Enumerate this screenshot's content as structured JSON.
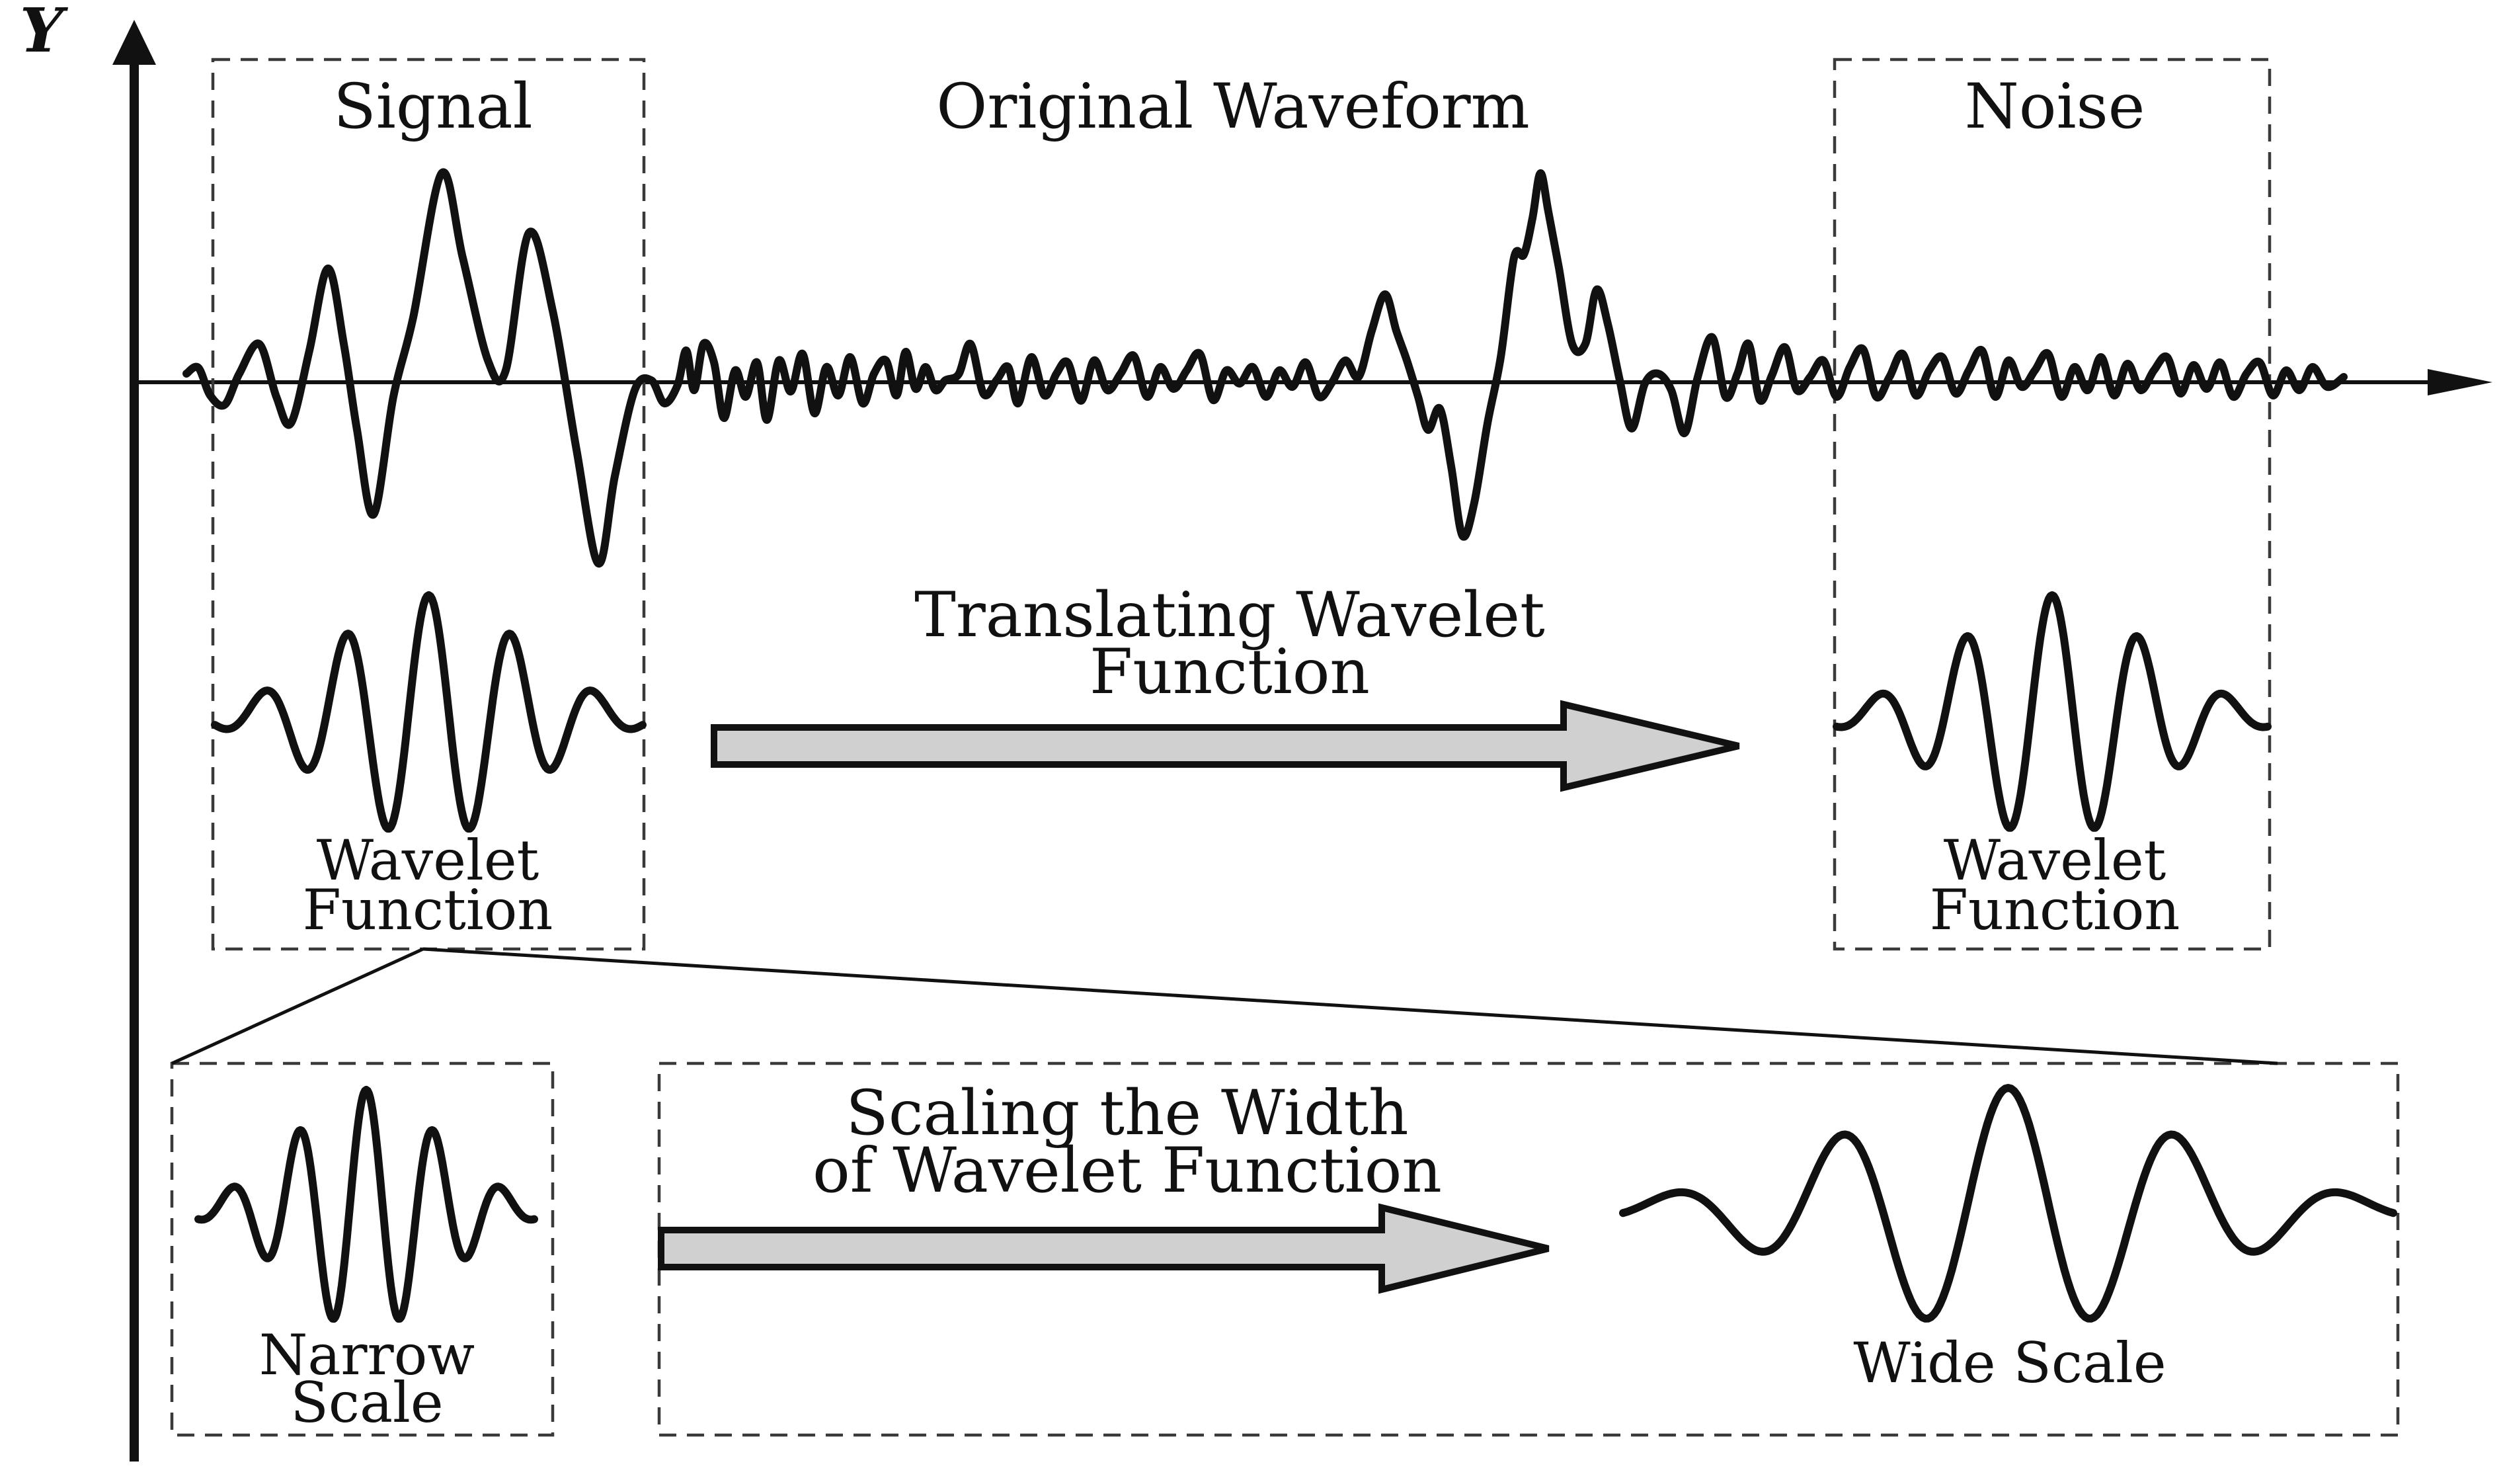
{
  "labels": {
    "axis_y": "Y",
    "signal": "Signal",
    "original_waveform": "Original Waveform",
    "noise": "Noise",
    "translating_1": "Translating Wavelet",
    "translating_2": "Function",
    "wavelet_left_1": "Wavelet",
    "wavelet_left_2": "Function",
    "wavelet_right_1": "Wavelet",
    "wavelet_right_2": "Function",
    "scaling_1": "Scaling the Width",
    "scaling_2": "of Wavelet Function",
    "narrow_1": "Narrow",
    "narrow_2": "Scale",
    "wide": "Wide Scale"
  },
  "colors": {
    "ink": "#111111",
    "arrow_fill": "#d0d0d0",
    "dashed_border": "#3a3a3a",
    "background": "#ffffff"
  }
}
